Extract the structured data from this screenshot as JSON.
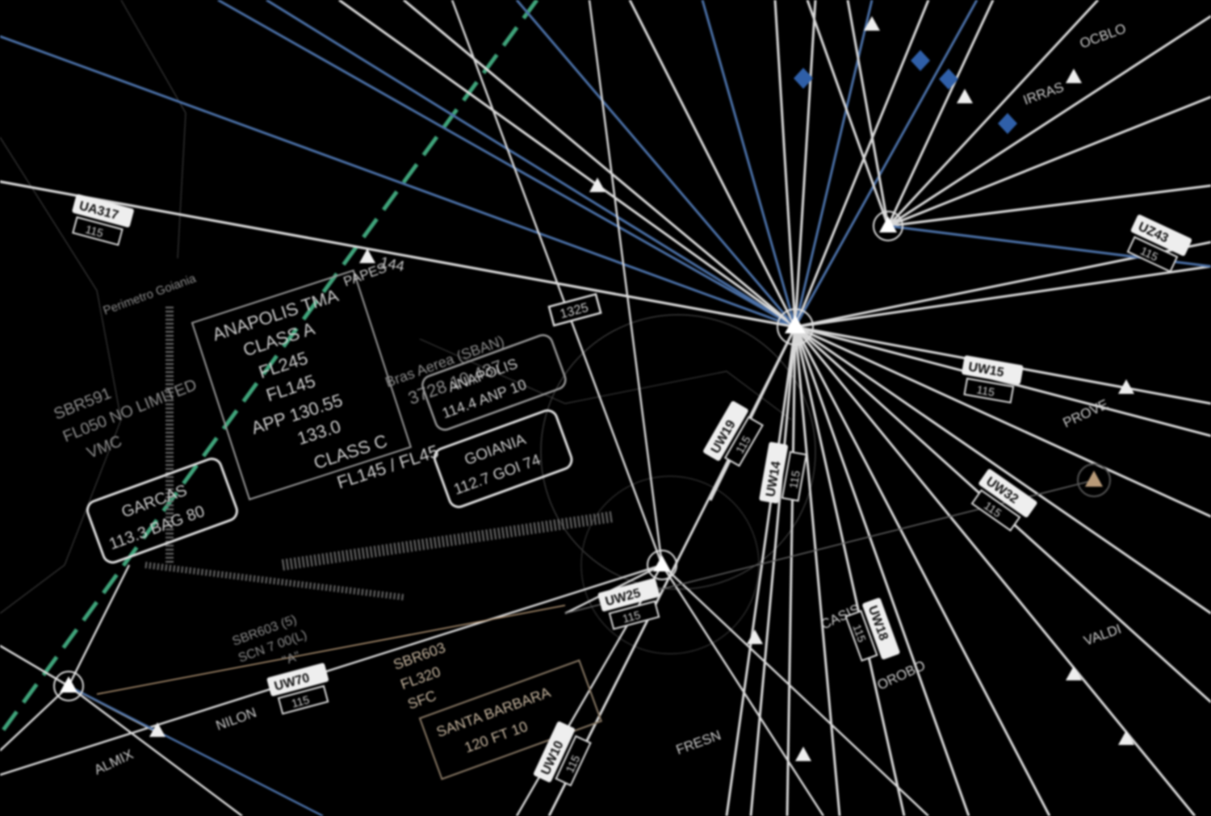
{
  "colors": {
    "background": "#000000",
    "airway_white": "#d8d8d8",
    "airway_blue": "#4a6fa5",
    "boundary_green": "#3fa37a",
    "warm": "#b89a78",
    "fix_blue": "#2f5fa8"
  },
  "airways": [
    {
      "id": "UA317",
      "lower": "115"
    },
    {
      "id": "UW15",
      "lower": "115"
    },
    {
      "id": "UZ43",
      "lower": "115"
    },
    {
      "id": "UW19",
      "lower": "115"
    },
    {
      "id": "UW14",
      "lower": "115"
    },
    {
      "id": "UW18",
      "lower": "115"
    },
    {
      "id": "UW70",
      "lower": "115"
    },
    {
      "id": "UW25",
      "lower": "115"
    },
    {
      "id": "UW32",
      "lower": "115"
    },
    {
      "id": "UW10",
      "lower": "115"
    }
  ],
  "fixes": [
    "PAPES",
    "OCBLO",
    "IRRAS",
    "PROVE",
    "VALDI",
    "FRESN",
    "NILON",
    "ALMIX",
    "CASIS",
    "OROBO"
  ],
  "navaids": {
    "goiania": {
      "name": "GOIANIA",
      "freq_ident": "112.7 GOI 74"
    },
    "garcas": {
      "name": "GARCAS",
      "freq_ident": "113.3 BAG 80"
    },
    "anapolis": {
      "name": "ANAPOLIS",
      "freq_ident": "114.4 ANP 10"
    }
  },
  "airspace": {
    "anapolis_tma": {
      "name": "ANAPOLIS TMA",
      "class_line": "CLASS A",
      "lines": [
        "FL245",
        "FL145",
        "APP 130.55",
        "133.0"
      ],
      "class_c": "CLASS C",
      "limits": "FL145 / FL45"
    },
    "sbr": {
      "lines": [
        "SBR591",
        "FL050 NO LIMITED",
        "VMC"
      ]
    },
    "sbr2": {
      "lines": [
        "SBR603",
        "FL320",
        "SFC"
      ]
    },
    "santa_barbara": {
      "name": "SANTA BARBARA",
      "lines": [
        "120 FT 10"
      ]
    },
    "warning": {
      "lines": [
        "SBR603 (5)",
        "SCN 7 00(L)",
        "\"A\""
      ]
    }
  },
  "misc_labels": {
    "region_a": "Bras Aerea (SBAN)",
    "region_a_sub": "3728 10,437",
    "region_b": "Perimetro Goiania",
    "box_1325": "1325",
    "dist_144": "144"
  }
}
